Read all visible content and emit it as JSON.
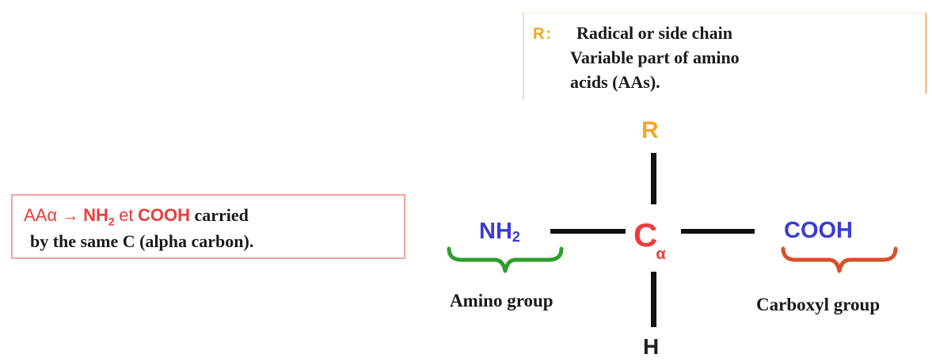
{
  "r_box": {
    "symbol": "R:",
    "line1": "Radical or side chain",
    "line2": "Variable part of amino",
    "line3": "acids (AAs)."
  },
  "aa_box": {
    "prefix": "AAα",
    "arrow": "→",
    "nh2_main": "NH",
    "nh2_sub": "2",
    "et": "et",
    "cooh": "COOH",
    "carried": "carried",
    "line2": "by the same C (alpha carbon)."
  },
  "structure": {
    "r": "R",
    "h": "H",
    "nh2_main": "NH",
    "nh2_sub": "2",
    "c_main": "C",
    "c_sub": "α",
    "cooh": "COOH",
    "amino_label": "Amino group",
    "carboxyl_label": "Carboxyl group"
  },
  "colors": {
    "r_orange": "#f5a623",
    "blue": "#3b3bd6",
    "red": "#ef3b3b",
    "amino_brace_green": "#2e9e2e",
    "carboxyl_brace_red": "#d8502a"
  }
}
